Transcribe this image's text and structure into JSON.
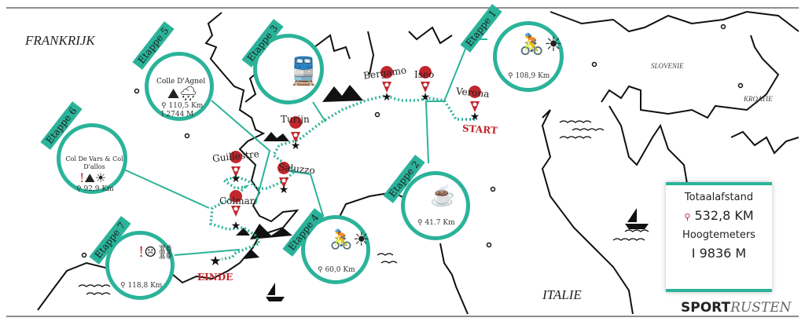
{
  "countries": {
    "france": "FRANKRIJK",
    "italy": "ITALIE",
    "slovenia": "SLOVENIE",
    "croatia": "KROATIE"
  },
  "cities": [
    {
      "name": "Bergamo"
    },
    {
      "name": "Iseo"
    },
    {
      "name": "Verona"
    },
    {
      "name": "Turijn"
    },
    {
      "name": "Guillestre"
    },
    {
      "name": "Saluzzo"
    },
    {
      "name": "Colmar"
    }
  ],
  "markers": {
    "start": "START",
    "end": "EINDE"
  },
  "stages": [
    {
      "label": "Etappe 1",
      "distance": "108,9 Km",
      "icon": "cyclist-sun-icon"
    },
    {
      "label": "Etappe 2",
      "distance": "41.7 Km",
      "icon": "coffee-cup-icon"
    },
    {
      "label": "Etappe 3",
      "icon": "train-icon"
    },
    {
      "label": "Etappe 4",
      "distance": "60,0 Km",
      "icon": "cyclists-sun-icon"
    },
    {
      "label": "Etappe 5",
      "title": "Colle D'Agnel",
      "distance": "110,5 Km",
      "elevation": "2744 M",
      "icon": "mountain-rain-icon"
    },
    {
      "label": "Etappe 6",
      "title": "Col De Vars & Col D'allos",
      "distance": "92,9 Km",
      "icon": "mountain-sun-icon"
    },
    {
      "label": "Etappe 7",
      "distance": "118,8 Km",
      "icon": "broken-chain-icon"
    }
  ],
  "totals": {
    "distance_label": "Totaalafstand",
    "distance": "532,8 KM",
    "elevation_label": "Hoogtemeters",
    "elevation": "9836 M"
  },
  "brand": {
    "bold": "SPORT",
    "light": "RUSTEN"
  },
  "colors": {
    "accent": "#2bb39a",
    "pin": "#c0272d"
  }
}
